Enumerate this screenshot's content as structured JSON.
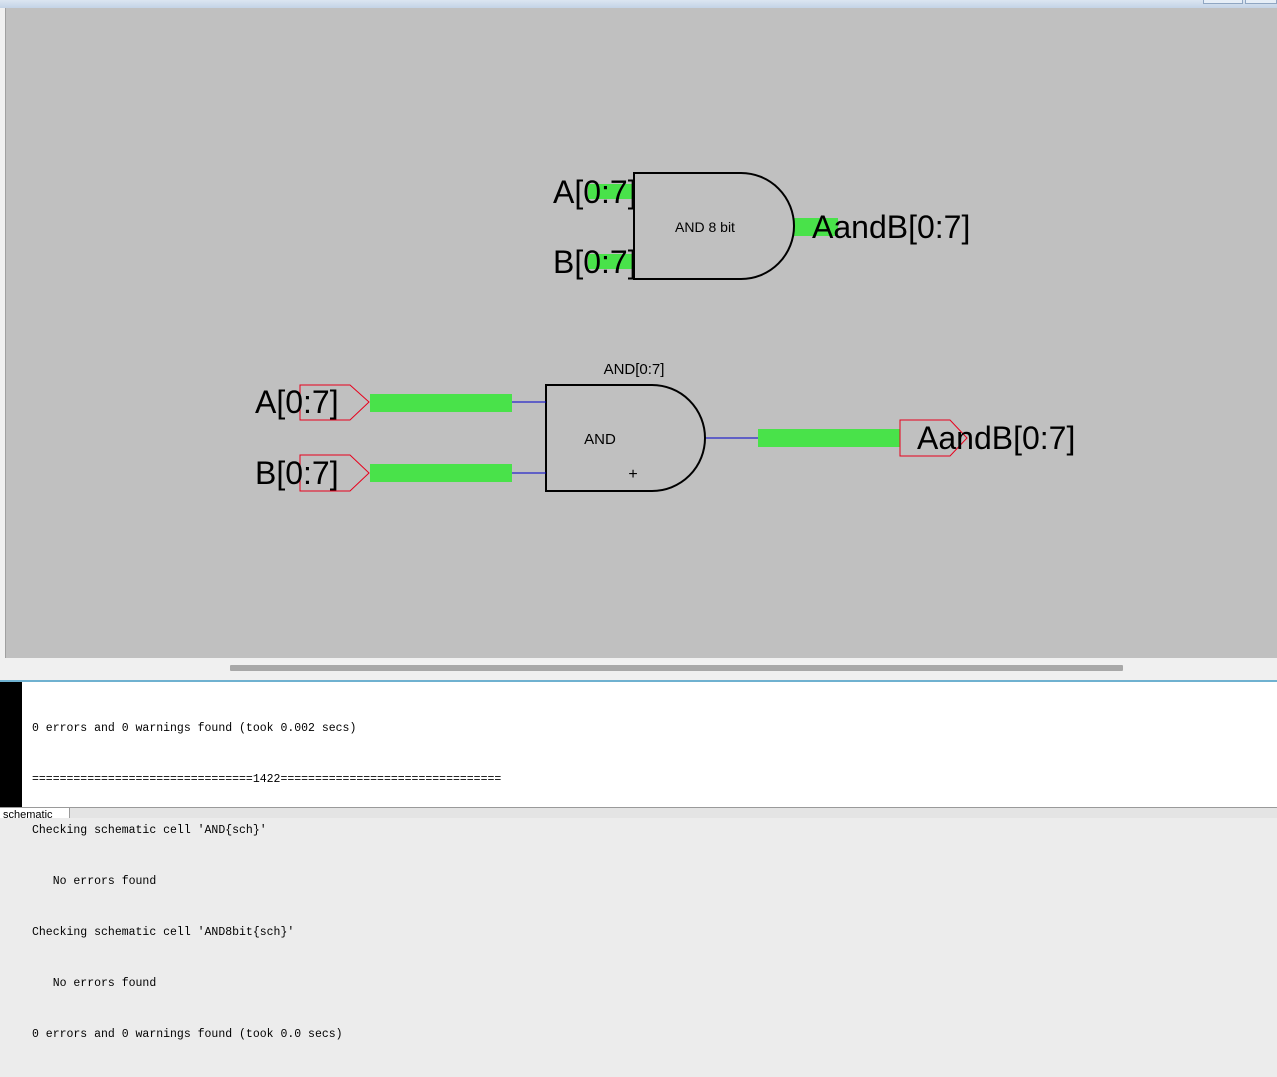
{
  "schematic": {
    "icon_gate": {
      "label": "AND 8 bit",
      "input_a": "A[0:7]",
      "input_b": "B[0:7]",
      "output": "AandB[0:7]"
    },
    "main_gate": {
      "instance_name": "AND[0:7]",
      "label": "AND",
      "export_a": "A[0:7]",
      "export_b": "B[0:7]",
      "export_out": "AandB[0:7]",
      "center_mark": "+"
    },
    "colors": {
      "background": "#c0c0c0",
      "bus": "#49e24a",
      "wire": "#0000cc",
      "export_outline": "#e8001c"
    }
  },
  "messages": {
    "lines": [
      "0 errors and 0 warnings found (took 0.002 secs)",
      "================================1422================================",
      "Checking schematic cell 'AND{sch}'",
      "   No errors found",
      "Checking schematic cell 'AND8bit{sch}'",
      "   No errors found",
      "0 errors and 0 warnings found (took 0.0 secs)"
    ]
  },
  "tabs": {
    "active": "schematic"
  }
}
